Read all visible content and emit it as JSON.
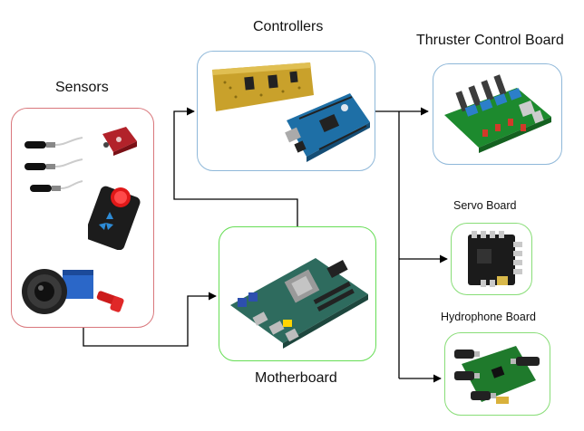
{
  "labels": {
    "sensors": "Sensors",
    "controllers": "Controllers",
    "thruster_board": "Thruster Control Board",
    "servo_board": "Servo Board",
    "hydrophone_board": "Hydrophone Board",
    "motherboard": "Motherboard"
  },
  "colors": {
    "sensors_border": "#d9777c",
    "controllers_border": "#8fb8d9",
    "thruster_border": "#8fb8d9",
    "motherboard_border": "#66dd55",
    "servo_border": "#88dd77",
    "hydrophone_border": "#88dd77",
    "wire": "#000000"
  },
  "images": {
    "sensors": [
      "hydrophone-probes-icon",
      "red-sensor-module-icon",
      "dvl-sensor-icon",
      "camera-icon"
    ],
    "controllers": [
      "gold-controller-board-icon",
      "arduino-mega-icon"
    ],
    "thruster_board": [
      "thruster-control-board-icon"
    ],
    "servo_board": [
      "servo-board-icon"
    ],
    "hydrophone_board": [
      "hydrophone-board-icon"
    ],
    "motherboard": [
      "motherboard-icon"
    ]
  }
}
